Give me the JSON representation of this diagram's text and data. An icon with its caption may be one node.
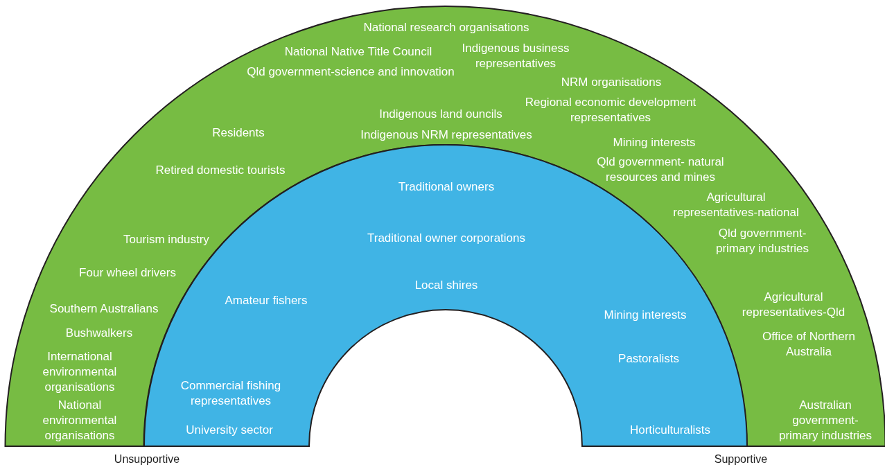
{
  "diagram": {
    "nodes": [
      {
        "text": [
          "National research organisations",
          "National Native Title Council",
          "Indigenous business representatives",
          "Qld government-science and innovation",
          "NRM organisations",
          "Indigenous land ouncils",
          "Regional economic development representatives",
          "Residents",
          "Indigenous NRM representatives",
          "Mining interests",
          "Retired domestic tourists",
          "Qld government- natural resources and mines",
          "Agricultural representatives-national",
          "Tourism industry",
          "Qld government-primary industries",
          "Four wheel drivers",
          "Southern Australians",
          "Agricultural representatives-Qld",
          "Bushwalkers",
          "Office of Northern Australia",
          "International environmental organisations",
          "National environmental organisations",
          "Australian government-primary industries"
        ]
      },
      {
        "text": [
          "Traditional owners",
          "Traditional owner corporations",
          "Local shires",
          "Amateur fishers",
          "Mining interests",
          "Pastoralists",
          "Commercial fishing representatives",
          "University sector",
          "Horticulturalists"
        ]
      }
    ],
    "labels": [
      "Unsupportive",
      "Supportive"
    ]
  }
}
